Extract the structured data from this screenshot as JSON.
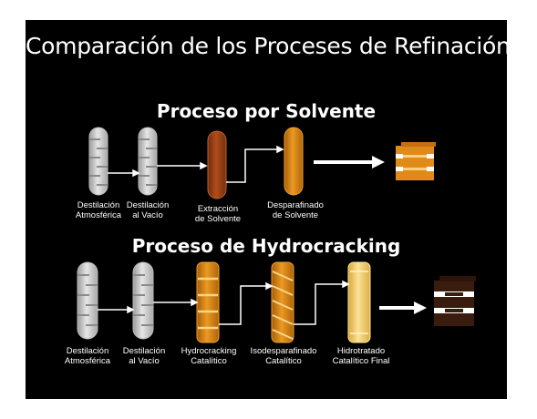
{
  "title": "Comparación de los Proceses de Refinación",
  "colors": {
    "background": "#000000",
    "column_white": "#cfcfcf",
    "column_brown": "#9a3d14",
    "column_orange": "#d88410",
    "column_pale": "#f2cf6a",
    "drum_orange": "#e08a1a",
    "drum_dark": "#3a1c0e"
  },
  "solvent": {
    "heading": "Proceso por Solvente",
    "steps": [
      {
        "line1": "Destilación",
        "line2": "Atmosférica",
        "icon": "distillation-column-icon"
      },
      {
        "line1": "Destilación",
        "line2": "al Vacío",
        "icon": "distillation-column-icon"
      },
      {
        "line1": "Extracción",
        "line2": "de Solvente",
        "icon": "extraction-column-icon"
      },
      {
        "line1": "Desparafinado",
        "line2": "de Solvente",
        "icon": "dewaxing-column-icon"
      }
    ],
    "product_icon": "oil-drum-icon"
  },
  "hydrocracking": {
    "heading": "Proceso de Hydrocracking",
    "steps": [
      {
        "line1": "Destilación",
        "line2": "Atmosférica",
        "icon": "distillation-column-icon"
      },
      {
        "line1": "Destilación",
        "line2": "al Vacío",
        "icon": "distillation-column-icon"
      },
      {
        "line1": "Hydrocracking",
        "line2": "Catalítico",
        "icon": "hydrocracking-reactor-icon"
      },
      {
        "line1": "Isodesparafinado",
        "line2": "Catalítico",
        "icon": "isodewaxing-reactor-icon"
      },
      {
        "line1": "Hidrotratado",
        "line2": "Catalítico Final",
        "icon": "hydrotreating-reactor-icon"
      }
    ],
    "product_icon": "oil-drum-icon"
  }
}
